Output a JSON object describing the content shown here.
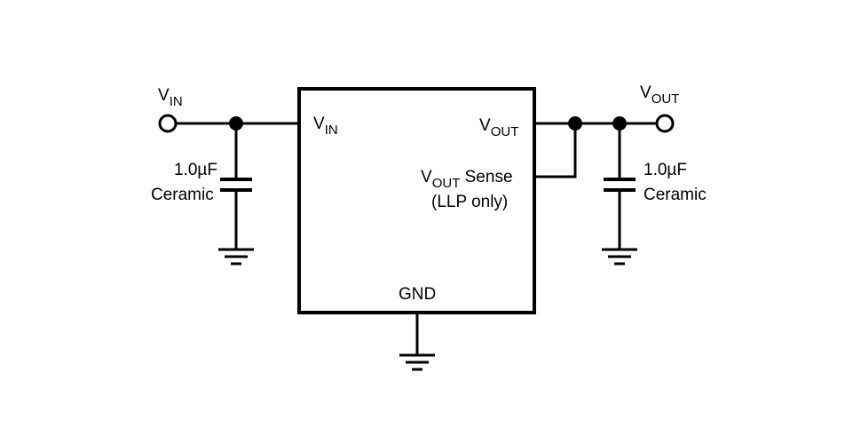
{
  "diagram": {
    "left_terminal": {
      "main": "V",
      "sub": "IN"
    },
    "right_terminal": {
      "main": "V",
      "sub": "OUT"
    },
    "ic": {
      "pin_vin": {
        "main": "V",
        "sub": "IN"
      },
      "pin_vout": {
        "main": "V",
        "sub": "OUT"
      },
      "pin_vout_sense": {
        "main": "V",
        "sub": "OUT",
        "suffix": " Sense",
        "note": "(LLP only)"
      },
      "pin_gnd": "GND"
    },
    "input_capacitor": {
      "value": "1.0µF",
      "type": "Ceramic"
    },
    "output_capacitor": {
      "value": "1.0µF",
      "type": "Ceramic"
    }
  }
}
